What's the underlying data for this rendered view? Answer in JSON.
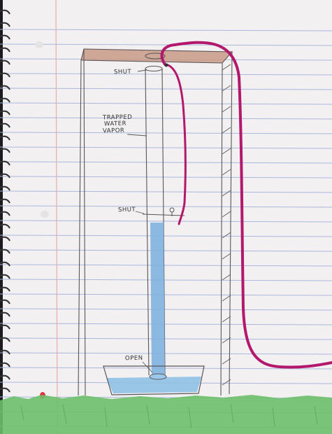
{
  "labels": {
    "shut_top": "SHUT",
    "trapped_line1": "TRAPPED",
    "trapped_line2": "WATER",
    "trapped_line3": "VAPOR",
    "shut_middle": "SHUT",
    "open": "OPEN"
  },
  "colors": {
    "paper": "#f2f0f1",
    "rule_line": "#a9b8dc",
    "margin_line": "#e4aeb0",
    "pencil": "#5a5558",
    "wood_top": "#c99a87",
    "water": "#7fb3df",
    "hose": "#b3186d",
    "grass": "#6bbf6a"
  }
}
